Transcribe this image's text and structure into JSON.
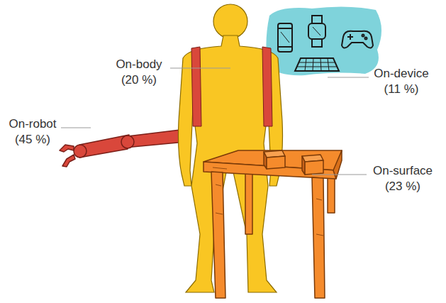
{
  "diagram": {
    "labels": [
      "On-body",
      "(20 %)",
      "On-robot",
      "(45 %)",
      "On-device",
      "(11 %)",
      "On-surface",
      "(23 %)"
    ]
  }
}
